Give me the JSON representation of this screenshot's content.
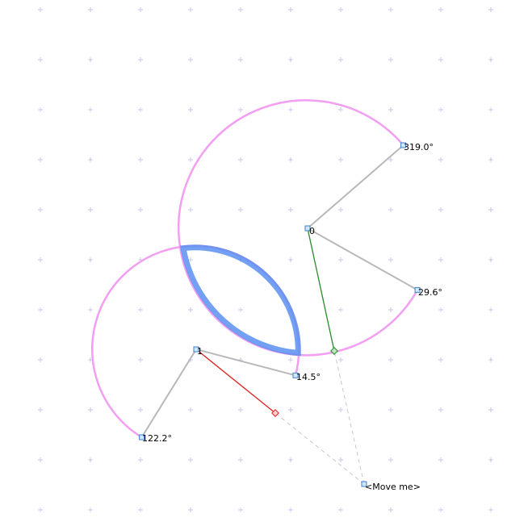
{
  "colors": {
    "grid_marker": "#c9c9e8",
    "arc": "#f29ef2",
    "highlight": "#5b8ff0",
    "radius": "#b8b8b8",
    "handle_fill": "#cfe8ff",
    "handle_stroke": "#3f7fcf",
    "green_line": "#2a8a2a",
    "red_line": "#e02020",
    "dashed": "#c8c8c8"
  },
  "icons": {
    "handle": "small-square-handle",
    "projection": "diamond-marker"
  },
  "arcs": [
    {
      "id": "0",
      "center_label": "0",
      "start_label": "29.6°",
      "end_label": "319.0°"
    },
    {
      "id": "1",
      "center_label": "1",
      "start_label": "14.5°",
      "end_label": "122.2°"
    }
  ],
  "move_label": "<Move me>"
}
